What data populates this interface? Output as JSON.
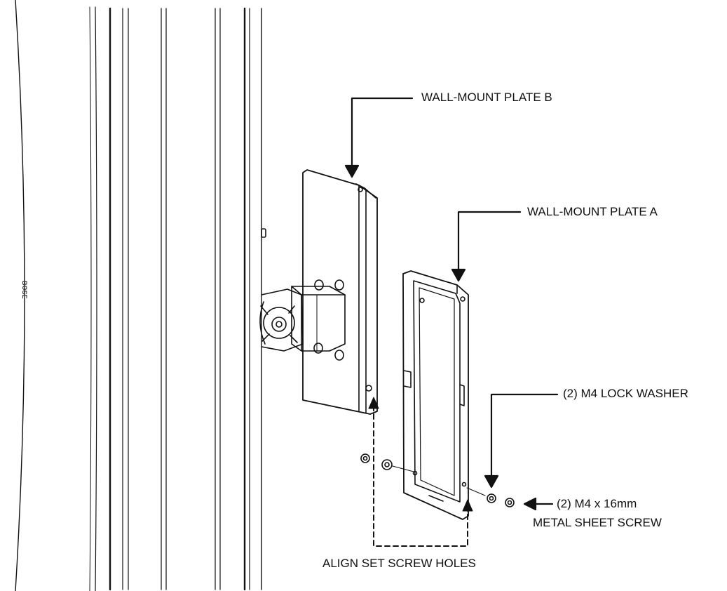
{
  "labels": {
    "plate_b": "WALL-MOUNT PLATE B",
    "plate_a": "WALL-MOUNT PLATE A",
    "lock_washer": "(2) M4 LOCK WASHER",
    "screw_line1": "(2) M4 x 16mm",
    "screw_line2": "METAL SHEET SCREW",
    "align": "ALIGN SET SCREW HOLES"
  },
  "speaker_logo": "BOSE",
  "colors": {
    "line": "#111111",
    "background": "#ffffff"
  }
}
